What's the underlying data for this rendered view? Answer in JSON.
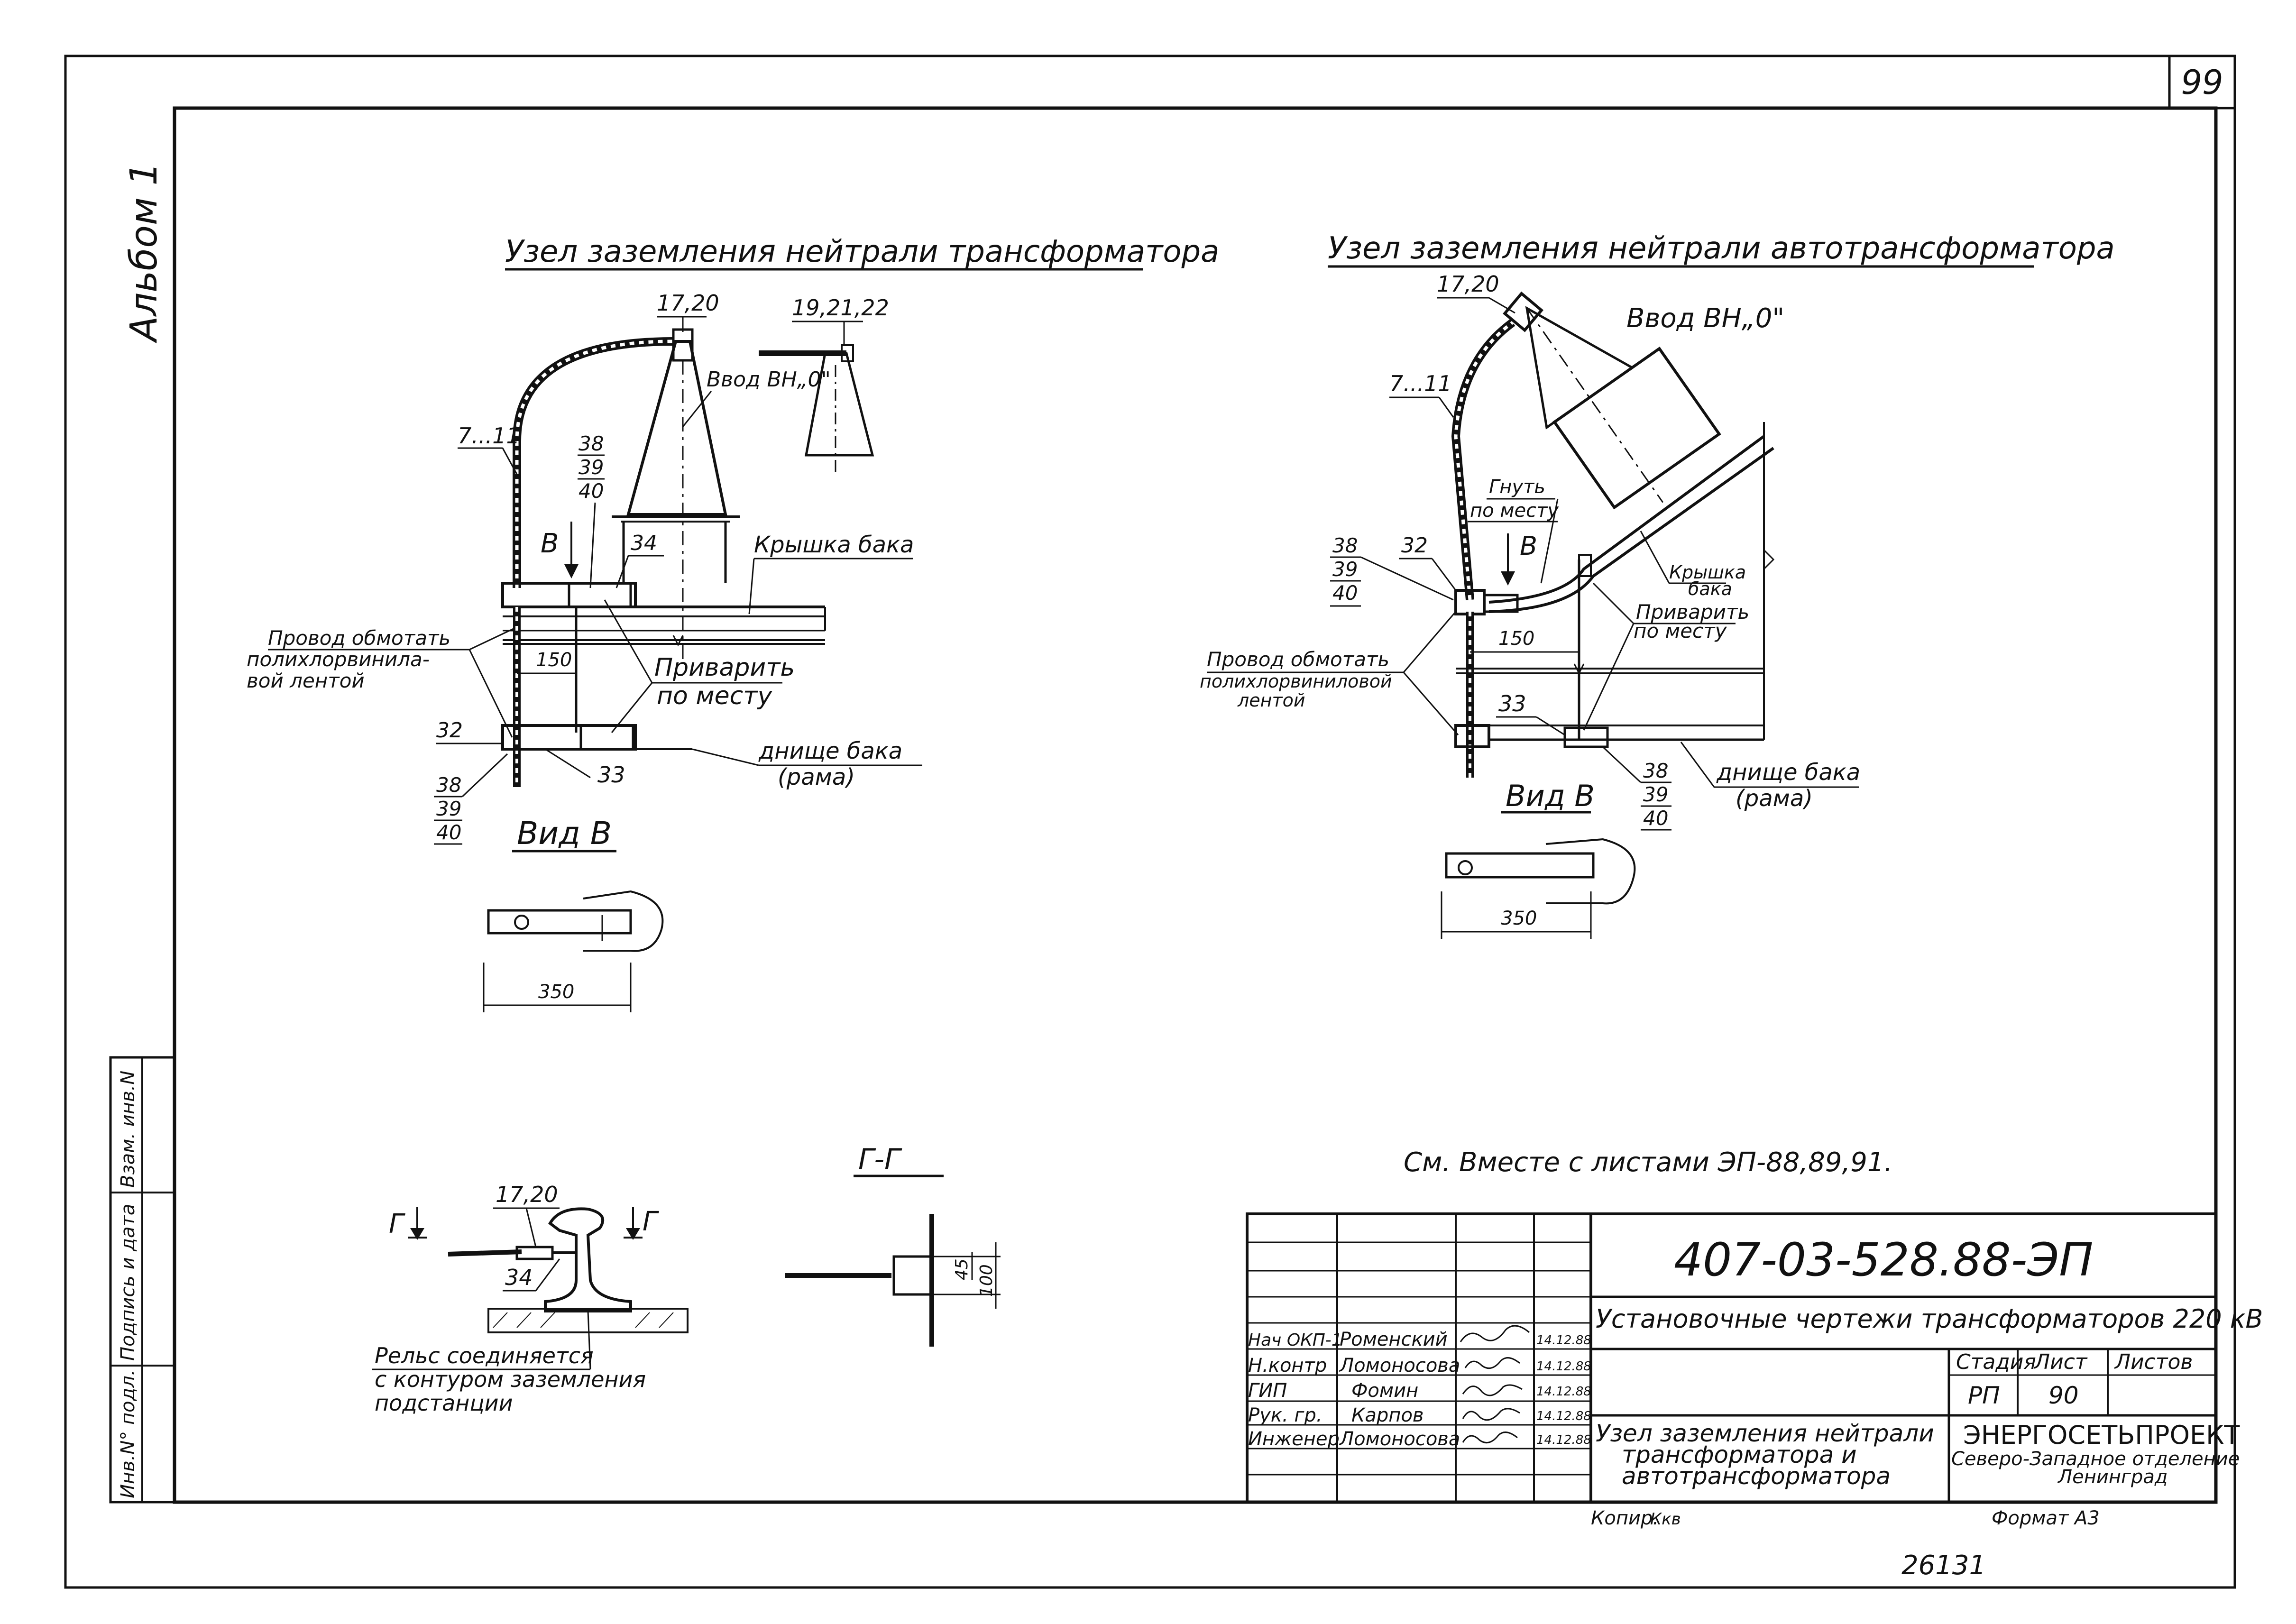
{
  "sheet": {
    "page_number": "99",
    "album_label": "Альбом 1",
    "format_label": "Формат А3",
    "copy_label": "Копир.",
    "copy_sign": "Ккв",
    "bottom_note": "26131"
  },
  "left_strip": {
    "vzam_label": "Взам. инв.N",
    "sign_date_label": "Подпись и дата",
    "inv_label": "Инв.N° подл."
  },
  "drawing1": {
    "title": "Узел заземления нейтрали трансформатора",
    "callout_top": "17,20",
    "callout_top2": "19,21,22",
    "bushing_label": "Ввод ВН„0\"",
    "callout_711": "7...11",
    "stack_a": [
      "38",
      "39",
      "40"
    ],
    "arrow_label": "В",
    "callout_34": "34",
    "lid_label": "Крышка бака",
    "wrap_label_1": "Провод обмотать",
    "wrap_label_2": "полихлорвинила-",
    "wrap_label_3": "вой лентой",
    "dim_150": "150",
    "weld_label_1": "Приварить",
    "weld_label_2": "по месту",
    "callout_32": "32",
    "callout_33": "33",
    "stack_b": [
      "38",
      "39",
      "40"
    ],
    "bottom_label_1": "днище бака",
    "bottom_label_2": "(рама)",
    "view_title": "Вид В",
    "view_dim": "350"
  },
  "drawing2": {
    "title": "Узел заземления нейтрали автотрансформатора",
    "callout_top": "17,20",
    "bushing_label": "Ввод ВН„0\"",
    "callout_711": "7...11",
    "bend_label_1": "Гнуть",
    "bend_label_2": "по месту",
    "stack_a": [
      "38",
      "39",
      "40"
    ],
    "callout_32": "32",
    "arrow_label": "В",
    "lid_label_1": "Крышка",
    "lid_label_2": "бака",
    "weld_label_1": "Приварить",
    "weld_label_2": "по месту",
    "wrap_label_1": "Провод обмотать",
    "wrap_label_2": "полихлорвиниловой",
    "wrap_label_3": "лентой",
    "dim_150": "150",
    "callout_33": "33",
    "stack_b": [
      "38",
      "39",
      "40"
    ],
    "bottom_label_1": "днище бака",
    "bottom_label_2": "(рама)",
    "view_title": "Вид В",
    "view_dim": "350"
  },
  "drawing3": {
    "section_mark": "Г",
    "callout_1720": "17,20",
    "callout_34": "34",
    "rail_label_1": "Рельс соединяется",
    "rail_label_2": "с контуром заземления",
    "rail_label_3": "подстанции",
    "section_title": "Г-Г",
    "dim_45": "45",
    "dim_100": "100"
  },
  "note": "См. Вместе с листами ЭП-88,89,91.",
  "title_block": {
    "doc_code": "407-03-528.88-ЭП",
    "project_title": "Установочные чертежи трансформаторов 220 кВ",
    "sheet_title_1": "Узел заземления нейтрали",
    "sheet_title_2": "трансформатора и",
    "sheet_title_3": "автотрансформатора",
    "stage_header": "Стадия",
    "sheet_header": "Лист",
    "sheets_header": "Листов",
    "stage": "РП",
    "sheet_no": "90",
    "org_1": "ЭНЕРГОСЕТЬПРОЕКТ",
    "org_2": "Северо-Западное отделение",
    "org_3": "Ленинград",
    "signers": [
      {
        "role": "Нач ОКП-1",
        "name": "Роменский",
        "date": "14.12.88"
      },
      {
        "role": "Н.контр",
        "name": "Ломоносова",
        "date": "14.12.88"
      },
      {
        "role": "ГИП",
        "name": "Фомин",
        "date": "14.12.88"
      },
      {
        "role": "Рук. гр.",
        "name": "Карпов",
        "date": "14.12.88"
      },
      {
        "role": "Инженер",
        "name": "Ломоносова",
        "date": "14.12.88"
      }
    ]
  }
}
